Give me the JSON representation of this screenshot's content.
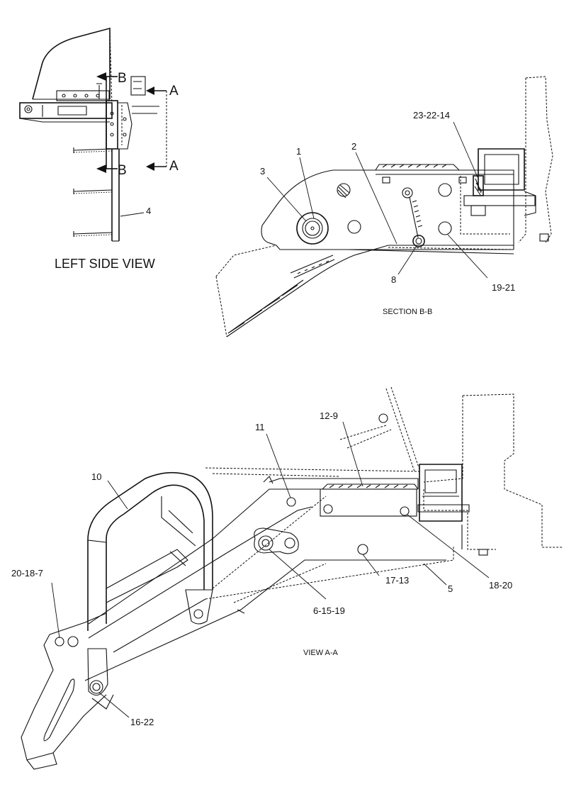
{
  "views": {
    "left_side": {
      "caption": "LEFT SIDE VIEW"
    },
    "section_bb": {
      "caption": "SECTION B-B"
    },
    "view_aa": {
      "caption": "VIEW A-A"
    }
  },
  "section_markers": {
    "a_top": "A",
    "a_bottom": "A",
    "b_top": "B",
    "b_bottom": "B"
  },
  "callouts": {
    "c4": "4",
    "c1": "1",
    "c3": "3",
    "c2": "2",
    "c23_22_14": "23-22-14",
    "c8": "8",
    "c19_21": "19-21",
    "c11": "11",
    "c12_9": "12-9",
    "c10": "10",
    "c20_18_7": "20-18-7",
    "c6_15_19": "6-15-19",
    "c17_13": "17-13",
    "c5": "5",
    "c18_20": "18-20",
    "c16_22": "16-22"
  }
}
